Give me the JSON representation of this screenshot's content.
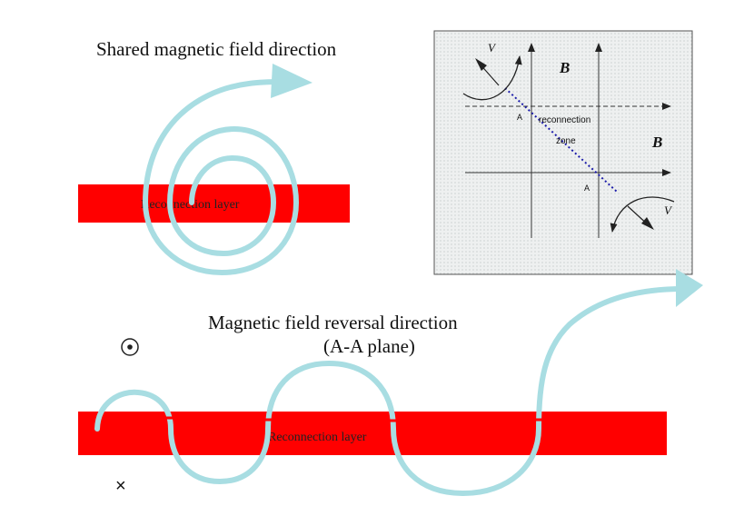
{
  "top_panel": {
    "title": "Shared magnetic field direction",
    "layer_label": "Reconnection layer"
  },
  "inset": {
    "label_B_upper": "B",
    "label_B_right": "B",
    "label_V_upper": "V",
    "label_V_lower": "V",
    "label_A_upper": "A",
    "label_A_lower": "A",
    "label_reconnection": "reconnection",
    "label_zone": "zone"
  },
  "bottom_panel": {
    "title": "Magnetic field reversal direction",
    "subtitle": "(A-A plane)",
    "layer_label": "Reconnection layer",
    "symbol_out_of_page": "⊙",
    "symbol_into_page": "×"
  },
  "colors": {
    "layer_red": "#ff0000",
    "field_line_cyan": "#a8dde2",
    "inset_background": "#e9ecec"
  }
}
